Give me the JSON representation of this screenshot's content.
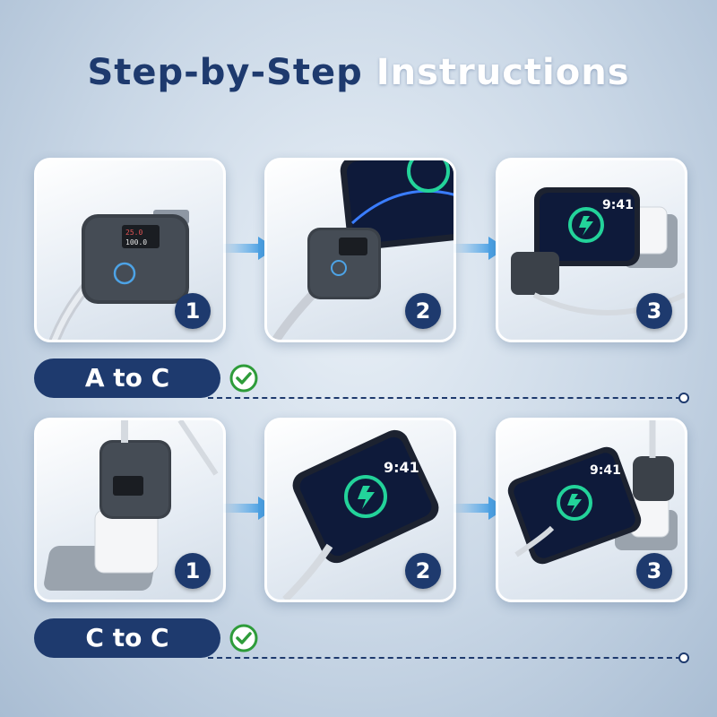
{
  "title": {
    "part1": "Step-by-Step",
    "part2": "Instructions"
  },
  "rows": [
    {
      "label": "A to C",
      "steps": [
        "1",
        "2",
        "3"
      ]
    },
    {
      "label": "C to C",
      "steps": [
        "1",
        "2",
        "3"
      ]
    }
  ],
  "colors": {
    "navy": "#1e3a6e",
    "arrow": "#4da3e6",
    "check": "#2e9c3a"
  },
  "icons": [
    "check-circle-icon",
    "right-arrow-icon",
    "charger-icon",
    "phone-icon",
    "cable-icon",
    "adapter-icon"
  ]
}
